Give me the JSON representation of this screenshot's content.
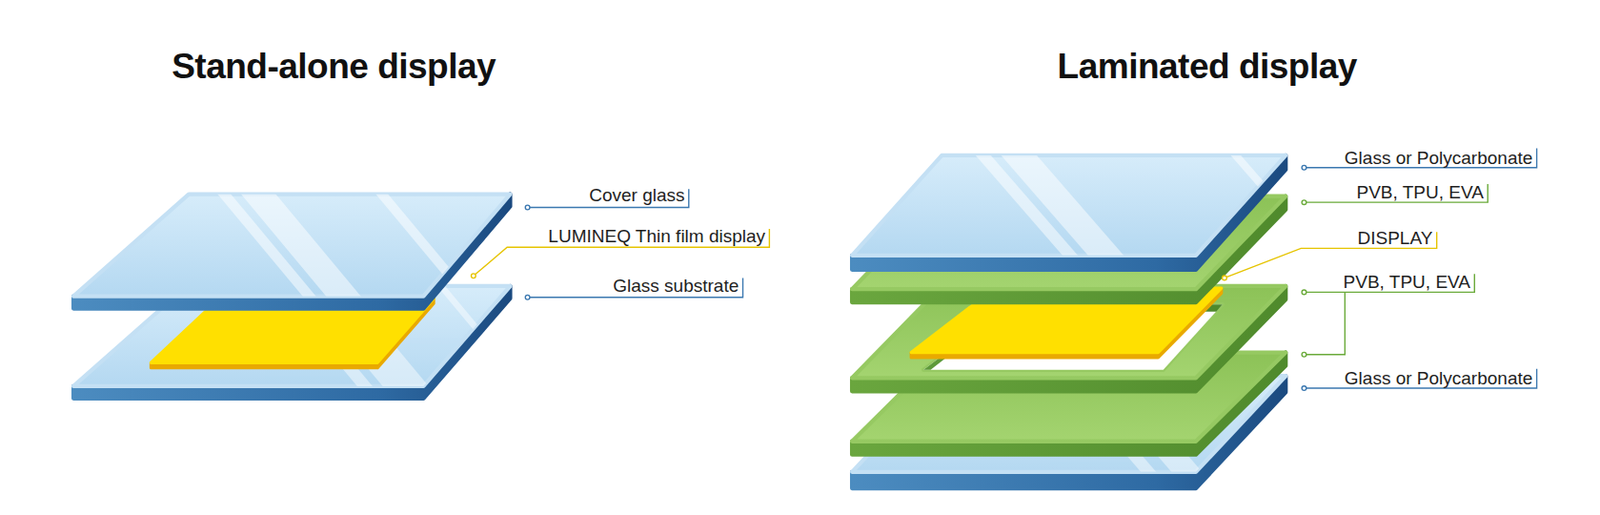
{
  "diagram": {
    "labels": [
      "Stand-alone display",
      "Laminated display",
      "Cover glass",
      "LUMINEQ Thin film display",
      "Glass substrate",
      "Glass or Polycarbonate",
      "PVB, TPU, EVA",
      "DISPLAY",
      "PVB, TPU, EVA",
      "Glass or Polycarbonate"
    ]
  }
}
